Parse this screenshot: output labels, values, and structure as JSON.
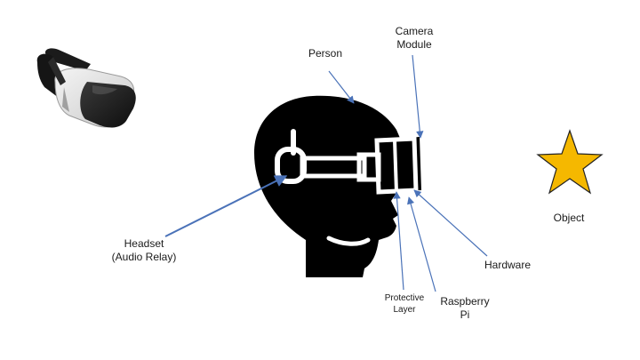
{
  "labels": {
    "camera_module": [
      "Camera",
      "Module"
    ],
    "person": "Person",
    "headset": [
      "Headset",
      "(Audio Relay)"
    ],
    "hardware": "Hardware",
    "protective_layer": [
      "Protective",
      "Layer"
    ],
    "raspberry_pi": [
      "Raspberry",
      "Pi"
    ],
    "object": "Object"
  },
  "icons": {
    "vr_headset": "vr-headset-photo",
    "head": "head-with-headset-silhouette",
    "star": "star-object"
  },
  "colors": {
    "arrow": "#4a72b8",
    "silhouette": "#000000",
    "star_fill": "#f5b800",
    "star_stroke": "#222222"
  }
}
